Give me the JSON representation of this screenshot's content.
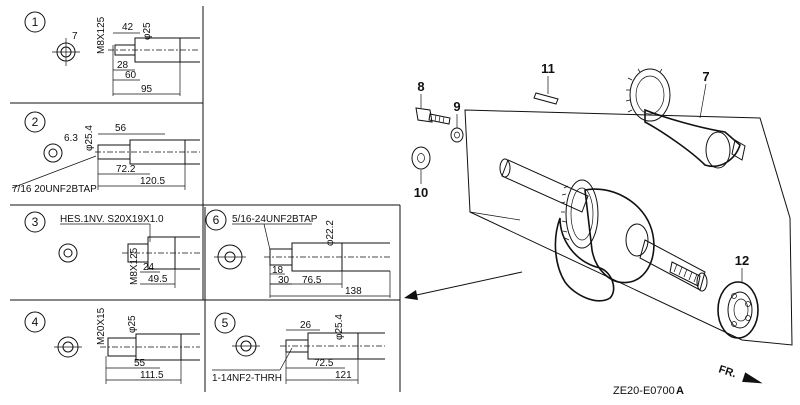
{
  "panels": {
    "p1": {
      "number": "1",
      "dims": {
        "thread": "M8X125",
        "d25": "φ25",
        "d7": "7",
        "d42": "42",
        "d28": "28",
        "d60": "60",
        "d95": "95"
      }
    },
    "p2": {
      "number": "2",
      "thread": "7/16 20UNF2BTAP",
      "dims": {
        "d63": "6.3",
        "d254": "φ25.4",
        "d56": "56",
        "d722": "72.2",
        "d1205": "120.5"
      }
    },
    "p3": {
      "number": "3",
      "spline": "HES.1NV. S20X19X1.0",
      "dims": {
        "thread": "M8X125",
        "d24": "24",
        "d495": "49.5"
      }
    },
    "p4": {
      "number": "4",
      "dims": {
        "thread": "M20X15",
        "d25": "φ25",
        "d55": "55",
        "d1115": "111.5"
      }
    },
    "p5": {
      "number": "5",
      "thread": "1-14NF2-THRH",
      "dims": {
        "d26": "26",
        "d254": "φ25.4",
        "d725": "72.5",
        "d121": "121"
      }
    },
    "p6": {
      "number": "6",
      "thread": "5/16-24UNF2BTAP",
      "dims": {
        "d222": "φ22.2",
        "d18": "18",
        "d30": "30",
        "d765": "76.5",
        "d138": "138"
      }
    }
  },
  "parts": {
    "n7": "7",
    "n8": "8",
    "n9": "9",
    "n10": "10",
    "n11": "11",
    "n12": "12"
  },
  "footer": {
    "code": "ZE20-E0700",
    "suffix": "A",
    "direction": "FR."
  }
}
